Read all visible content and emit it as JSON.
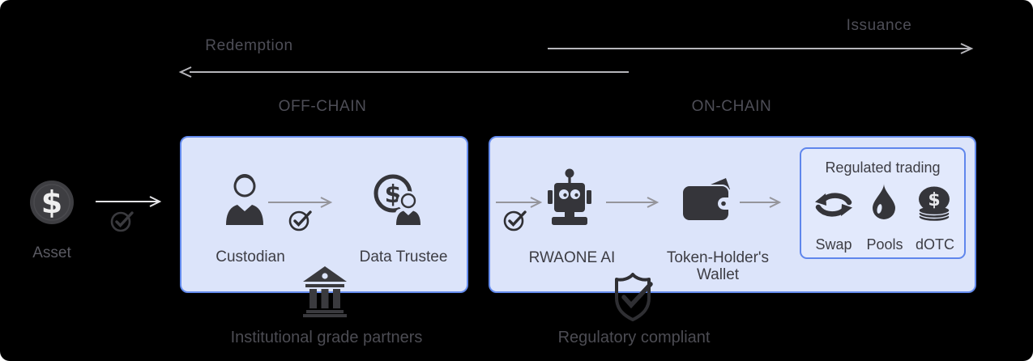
{
  "header": {
    "issuance": "Issuance",
    "redemption": "Redemption",
    "off_chain": "OFF-CHAIN",
    "on_chain": "ON-CHAIN"
  },
  "asset": {
    "label": "Asset"
  },
  "off_chain": {
    "custodian": "Custodian",
    "data_trustee": "Data Trustee",
    "caption": "Institutional grade partners"
  },
  "on_chain": {
    "ai": "RWAONE AI",
    "wallet_line1": "Token-Holder's",
    "wallet_line2": "Wallet",
    "caption": "Regulatory compliant",
    "regulated": {
      "title": "Regulated trading",
      "items": [
        "Swap",
        "Pools",
        "dOTC"
      ]
    }
  },
  "colors": {
    "background": "#000000",
    "box_fill": "#dce4fa",
    "box_border": "#648bed",
    "icon": "#35353a",
    "arrow_light": "#b6b6bb",
    "arrow_gray": "#95959b"
  }
}
